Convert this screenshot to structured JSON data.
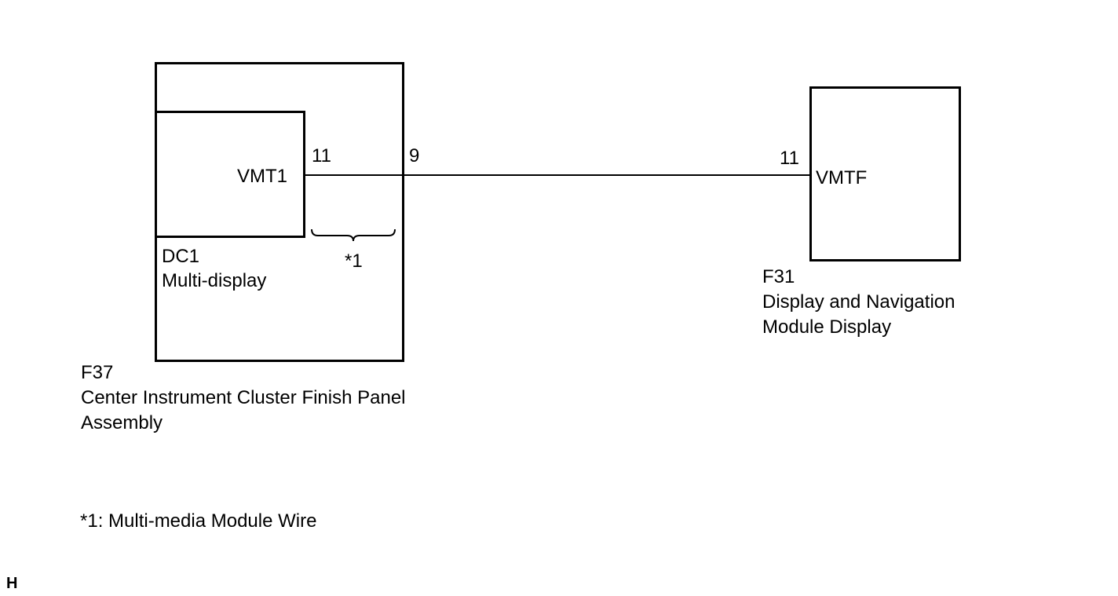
{
  "connectors": {
    "f37": {
      "code": "F37",
      "name_line1": "Center Instrument Cluster Finish Panel",
      "name_line2": "Assembly",
      "pin": "9"
    },
    "dc1": {
      "code": "DC1",
      "name": "Multi-display",
      "pin": "11",
      "terminal": "VMT1"
    },
    "f31": {
      "code": "F31",
      "name_line1": "Display and Navigation",
      "name_line2": "Module Display",
      "pin": "11",
      "terminal": "VMTF"
    }
  },
  "wire_marker": "*1",
  "footnote": "*1: Multi-media Module Wire",
  "corner_mark": "H"
}
